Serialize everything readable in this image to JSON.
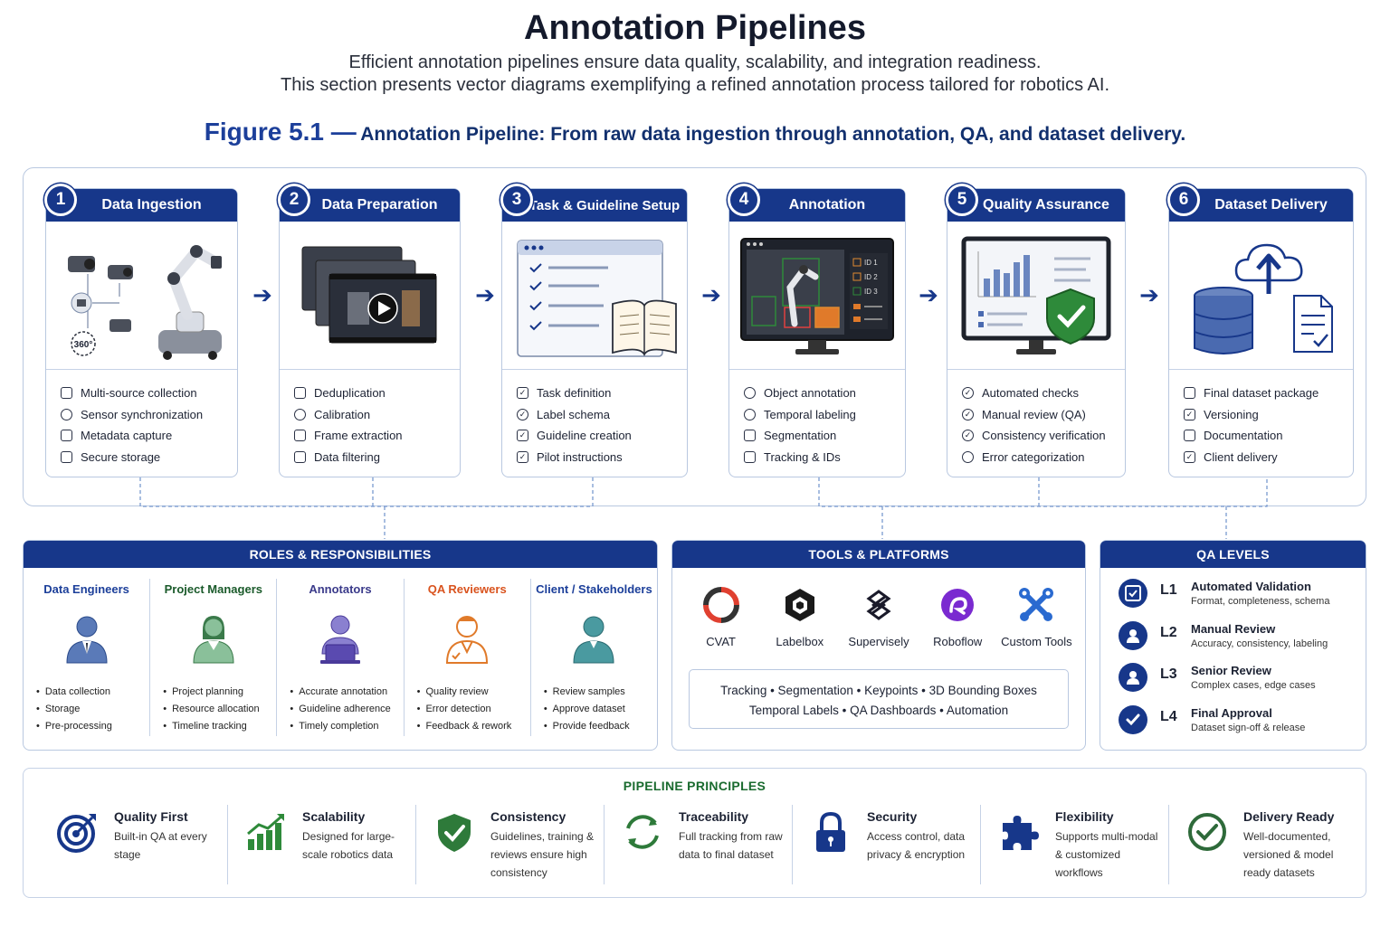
{
  "header": {
    "title": "Annotation Pipelines",
    "subtitle_line1": "Efficient annotation pipelines ensure data quality, scalability, and integration readiness.",
    "subtitle_line2": "This section presents vector diagrams exemplifying a refined annotation process tailored for robotics AI.",
    "figure_number": "Figure 5.1 —",
    "figure_text": "Annotation Pipeline: From raw data ingestion through annotation, QA, and dataset delivery."
  },
  "stages": [
    {
      "num": "1",
      "title": "Data Ingestion",
      "items": [
        "Multi-source collection",
        "Sensor synchronization",
        "Metadata capture",
        "Secure storage"
      ],
      "ill_label": "360°"
    },
    {
      "num": "2",
      "title": "Data Preparation",
      "items": [
        "Deduplication",
        "Calibration",
        "Frame extraction",
        "Data filtering"
      ]
    },
    {
      "num": "3",
      "title": "Task & Guideline Setup",
      "items": [
        "Task definition",
        "Label schema",
        "Guideline creation",
        "Pilot instructions"
      ]
    },
    {
      "num": "4",
      "title": "Annotation",
      "items": [
        "Object annotation",
        "Temporal labeling",
        "Segmentation",
        "Tracking & IDs"
      ],
      "ill_ids": [
        "ID 1",
        "ID 2",
        "ID 3"
      ]
    },
    {
      "num": "5",
      "title": "Quality Assurance",
      "items": [
        "Automated checks",
        "Manual review (QA)",
        "Consistency verification",
        "Error categorization"
      ]
    },
    {
      "num": "6",
      "title": "Dataset Delivery",
      "items": [
        "Final dataset package",
        "Versioning",
        "Documentation",
        "Client delivery"
      ]
    }
  ],
  "roles_panel": {
    "title": "ROLES & RESPONSIBILITIES",
    "roles": [
      {
        "title": "Data Engineers",
        "color": "#1c3f9a",
        "items": [
          "Data collection",
          "Storage",
          "Pre-processing"
        ]
      },
      {
        "title": "Project Managers",
        "color": "#1a5a2a",
        "items": [
          "Project planning",
          "Resource allocation",
          "Timeline tracking"
        ]
      },
      {
        "title": "Annotators",
        "color": "#3a3a8a",
        "items": [
          "Accurate annotation",
          "Guideline adherence",
          "Timely completion"
        ]
      },
      {
        "title": "QA Reviewers",
        "color": "#d9531e",
        "items": [
          "Quality review",
          "Error detection",
          "Feedback & rework"
        ]
      },
      {
        "title": "Client / Stakeholders",
        "color": "#1c3f9a",
        "items": [
          "Review samples",
          "Approve dataset",
          "Provide feedback"
        ]
      }
    ]
  },
  "tools_panel": {
    "title": "TOOLS & PLATFORMS",
    "tools": [
      "CVAT",
      "Labelbox",
      "Supervisely",
      "Roboflow",
      "Custom Tools"
    ],
    "features_line1": "Tracking • Segmentation • Keypoints • 3D Bounding Boxes",
    "features_line2": "Temporal Labels • QA Dashboards • Automation"
  },
  "qa_panel": {
    "title": "QA LEVELS",
    "levels": [
      {
        "level": "L1",
        "name": "Automated Validation",
        "desc": "Format, completeness, schema"
      },
      {
        "level": "L2",
        "name": "Manual Review",
        "desc": "Accuracy, consistency, labeling"
      },
      {
        "level": "L3",
        "name": "Senior Review",
        "desc": "Complex cases, edge cases"
      },
      {
        "level": "L4",
        "name": "Final Approval",
        "desc": "Dataset sign-off & release"
      }
    ]
  },
  "principles": {
    "title": "PIPELINE PRINCIPLES",
    "items": [
      {
        "name": "Quality First",
        "desc": "Built-in QA at every stage"
      },
      {
        "name": "Scalability",
        "desc": "Designed for large-scale robotics data"
      },
      {
        "name": "Consistency",
        "desc": "Guidelines, training & reviews ensure high consistency"
      },
      {
        "name": "Traceability",
        "desc": "Full tracking from raw data to final dataset"
      },
      {
        "name": "Security",
        "desc": "Access control, data privacy & encryption"
      },
      {
        "name": "Flexibility",
        "desc": "Supports multi-modal & customized workflows"
      },
      {
        "name": "Delivery Ready",
        "desc": "Well-documented, versioned & model ready datasets"
      }
    ]
  },
  "colors": {
    "primary": "#17378a",
    "border": "#b9c8e0",
    "principles_title": "#1a6b2f"
  }
}
